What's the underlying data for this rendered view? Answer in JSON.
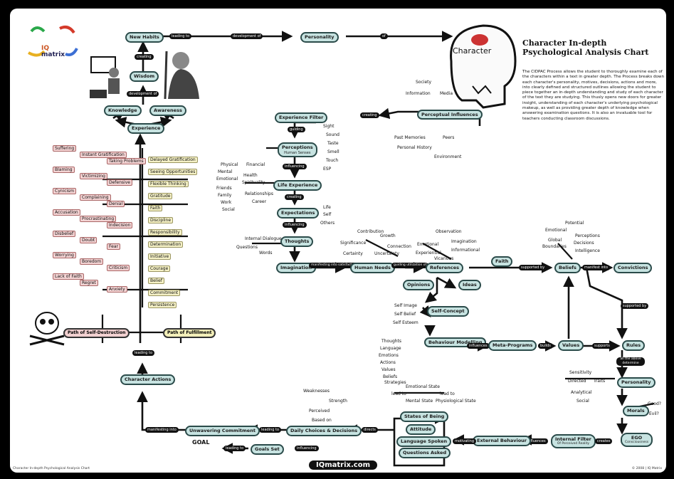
{
  "title": "Character In-depth Psychological Analysis Chart",
  "description": "The CIDPAC Process allows the student to thoroughly examine each of the characters within a text in greater depth. The Process breaks down each character's personality, motives, decisions, actions and more, into clearly defined and structured outlines allowing the student to piece together an in-depth understanding and study of each character of the text they are studying. This thusly opens new doors for greater insight, understanding of each character's underlying psychological makeup, as well as providing greater depth of knowledge when answering examination questions. It is also an invaluable tool for teachers conducting classroom discussions.",
  "logo": {
    "line1": "IQ",
    "line2": "matrix"
  },
  "head_label": "Character",
  "brand": "IQmatrix.com",
  "footer_left": "Character In-depth Psychological Analysis Chart",
  "footer_right": "© 2008 | IQ Matrix",
  "nodes": {
    "new_habits": "New Habits",
    "personality_top": "Personality",
    "wisdom": "Wisdom",
    "knowledge": "Knowledge",
    "awareness": "Awareness",
    "experience": "Experience",
    "experience_filter": "Experience Filter",
    "perceptual_influences": "Perceptual Influences",
    "perceptions": "Perceptions",
    "perceptions_sub": "Human Senses",
    "life_experience": "Life Experience",
    "expectations": "Expectations",
    "thoughts": "Thoughts",
    "imagination": "Imagination",
    "human_needs": "Human Needs",
    "references": "References",
    "faith": "Faith",
    "beliefs": "Beliefs",
    "convictions": "Convictions",
    "opinions": "Opinions",
    "ideas": "Ideas",
    "self_concept": "Self-Concept",
    "behaviour_modelling": "Behaviour Modelling",
    "meta_programs": "Meta-Programs",
    "values": "Values",
    "rules": "Rules",
    "personality": "Personality",
    "morals": "Morals",
    "ego": "EGO",
    "ego_sub": "Consciousness",
    "internal_filter": "Internal Filter",
    "internal_filter_sub": "Of Perceived Reality",
    "external_behaviour": "External Behaviour",
    "states_of_being": "States of Being",
    "attitude": "Attitude",
    "language_spoken": "Language Spoken",
    "questions_asked": "Questions Asked",
    "daily_choices": "Daily Choices & Decisions",
    "unwavering": "Unwavering Commitment",
    "goals_set": "Goals Set",
    "character_actions": "Character Actions",
    "path_self_destruction": "Path of Self-Destruction",
    "path_fulfillment": "Path of Fulfillment"
  },
  "connectors": {
    "leading_to_1": "leading to",
    "development_of": "development of",
    "of": "of",
    "creating": "creating",
    "development_of_2": "development of",
    "guiding": "guiding",
    "influencing": "influencing",
    "creating_2": "creating",
    "manifesting_into": "manifesting into satisfaction of",
    "guiding_2": "guiding utilization of",
    "supported_by": "supported by",
    "manifest_into": "manifest into",
    "supported_by_2": "supported by",
    "all_the_above": "all the above determine",
    "creating_3": "creating",
    "influences": "influences",
    "builds": "builds",
    "supports": "supports",
    "manifesting_into_2": "manifesting into",
    "leading_to_2": "leading to",
    "leading_to_3": "leading to",
    "influencing_2": "influencing",
    "leading_to_4": "leading to",
    "directs": "directs",
    "motivating": "motivating",
    "influences_2": "influences",
    "creates": "creates",
    "based_on": "based on"
  },
  "senses": [
    "Sight",
    "Sound",
    "Taste",
    "Smell",
    "Touch",
    "ESP"
  ],
  "life_exp_left": [
    "Physical",
    "Mental",
    "Emotional",
    "Financial",
    "Health",
    "Spirituality",
    "Relationships",
    "Career",
    "Friends",
    "Family",
    "Work",
    "Social"
  ],
  "perceptual_items": [
    "Society",
    "Information",
    "Media",
    "Past Memories",
    "Peers",
    "Personal History",
    "Environment"
  ],
  "expect_items": [
    "Life",
    "Self",
    "Others"
  ],
  "thought_items": [
    "Internal Dialogue",
    "Questions",
    "Words"
  ],
  "human_needs_items": [
    "Contribution",
    "Growth",
    "Significance",
    "Connection",
    "Certainty",
    "Uncertainty"
  ],
  "references_items": [
    "Observation",
    "Emotional",
    "Imagination",
    "Experiential",
    "Informational",
    "Vicarious"
  ],
  "beliefs_items": [
    "Potential",
    "Emotional",
    "Perceptions",
    "Global",
    "Decisions",
    "Boundaries",
    "Intelligence"
  ],
  "self_concept_items": [
    "Self Image",
    "Self Belief",
    "Self Esteem"
  ],
  "modelling_items": [
    "Thoughts",
    "Language",
    "Emotions",
    "Actions",
    "Values",
    "Beliefs",
    "Strategies"
  ],
  "personality_items": [
    "Sensitivity",
    "Directed",
    "Analytical",
    "Social",
    "Traits"
  ],
  "morals_items": [
    "Good?",
    "Evil?"
  ],
  "states_items": [
    "Emotional State",
    "Mental State",
    "Physiological State",
    "lead to",
    "lead to"
  ],
  "character_action_items": [
    "Weaknesses",
    "Strength",
    "Perceived",
    "Based on"
  ],
  "destruction_traits": [
    "Suffering",
    "Instant Gratification",
    "Taking Problems",
    "Blaming",
    "Victimizing",
    "Defensive",
    "Cynicism",
    "Complaining",
    "Denial",
    "Accusation",
    "Procrastinating",
    "Indecision",
    "Disbelief",
    "Doubt",
    "Fear",
    "Worrying",
    "Boredom",
    "Criticism",
    "Lack of Faith",
    "Regret",
    "Anxiety"
  ],
  "fulfillment_traits": [
    "Delayed Gratification",
    "Seeing Opportunities",
    "Flexible Thinking",
    "Gratitude",
    "Faith",
    "Discipline",
    "Responsibility",
    "Determination",
    "Initiative",
    "Courage",
    "Belief",
    "Commitment",
    "Persistence"
  ],
  "goal_label": "GOAL",
  "colors": {
    "node_fill": "#c7e3e1",
    "node_border": "#2b4b4a",
    "neg_fill": "#f4d4d4",
    "pos_fill": "#f5f1c6",
    "line": "#111111"
  }
}
